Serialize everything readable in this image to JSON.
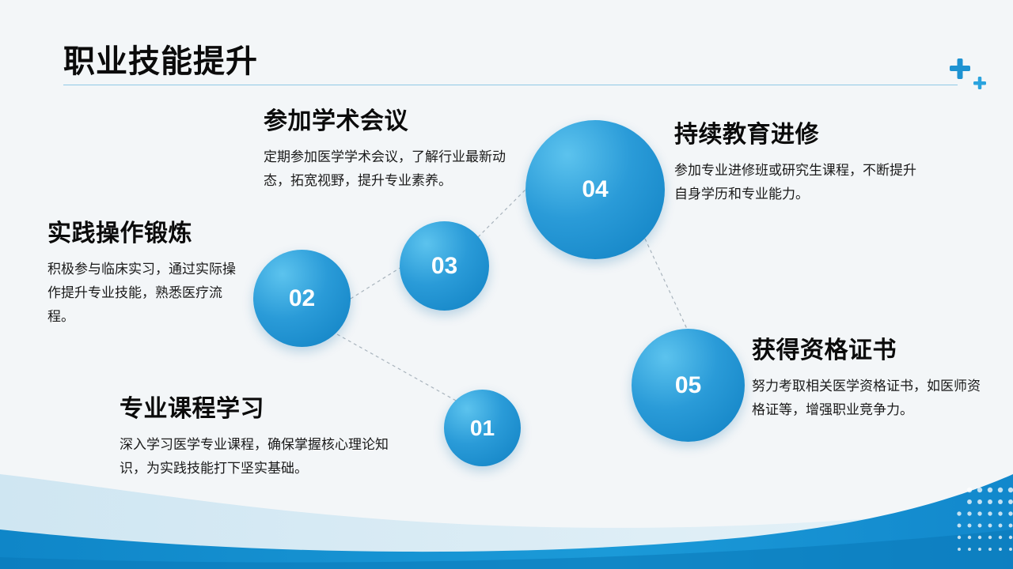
{
  "slide": {
    "title": "职业技能提升"
  },
  "steps": [
    {
      "number": "01",
      "heading": "专业课程学习",
      "body": "深入学习医学专业课程，确保掌握核心理论知识，为实践技能打下坚实基础。"
    },
    {
      "number": "02",
      "heading": "实践操作锻炼",
      "body": "积极参与临床实习，通过实际操作提升专业技能，熟悉医疗流程。"
    },
    {
      "number": "03",
      "heading": "参加学术会议",
      "body": "定期参加医学学术会议，了解行业最新动态，拓宽视野，提升专业素养。"
    },
    {
      "number": "04",
      "heading": "持续教育进修",
      "body": "参加专业进修班或研究生课程，不断提升自身学历和专业能力。"
    },
    {
      "number": "05",
      "heading": "获得资格证书",
      "body": "努力考取相关医学资格证书，如医师资格证等，增强职业竞争力。"
    }
  ],
  "icons": {
    "decoration": "plus-icon"
  },
  "colors": {
    "accent": "#1e93d2",
    "accent_light": "#5cc3ee",
    "accent_dark": "#0f80c2",
    "rule": "#8fc9e6"
  }
}
